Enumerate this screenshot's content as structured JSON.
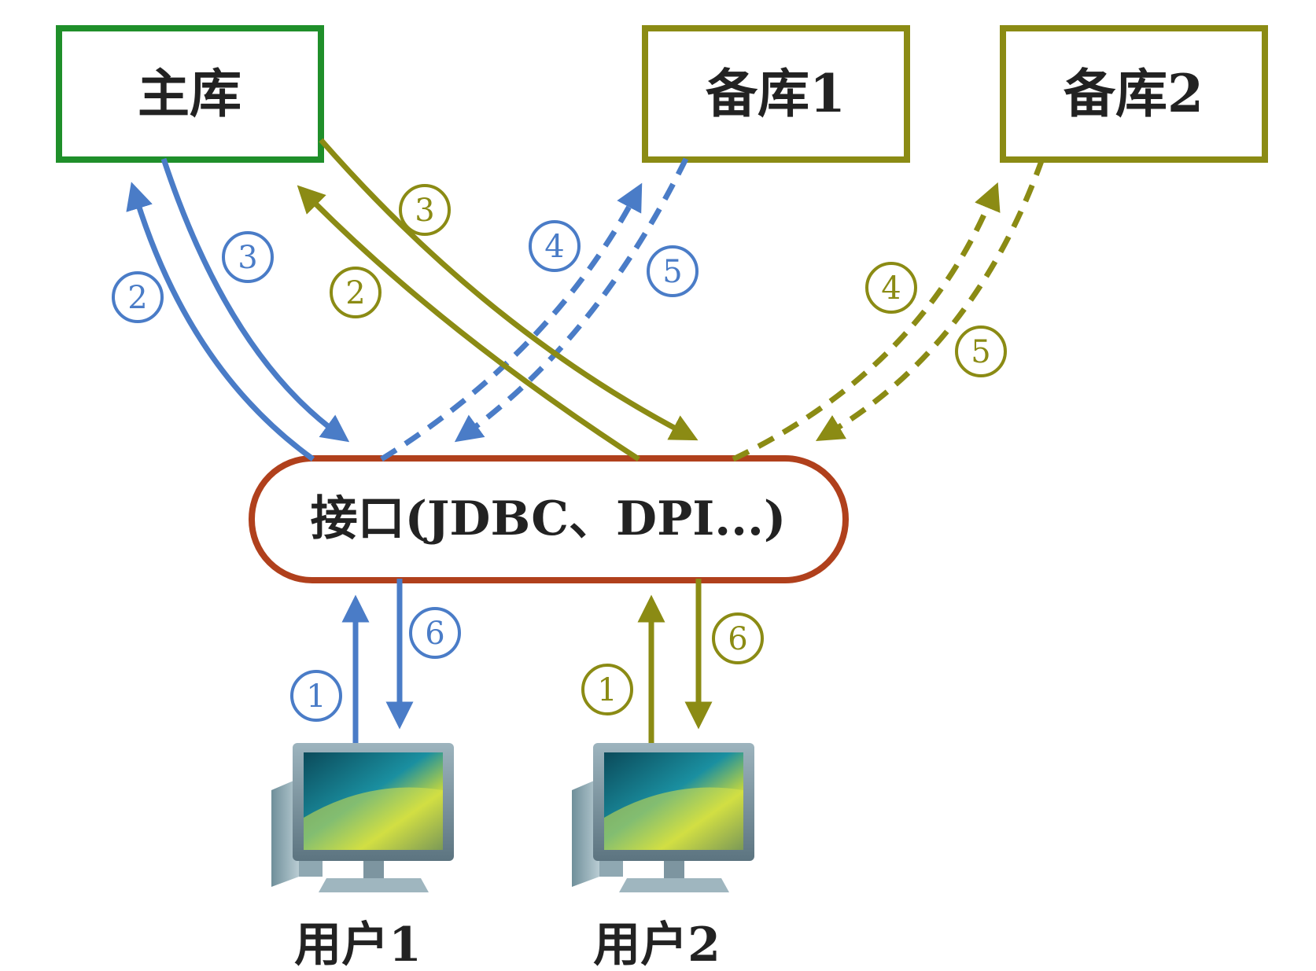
{
  "nodes": {
    "master": {
      "label": "主库"
    },
    "standby1": {
      "label": "备库1"
    },
    "standby2": {
      "label": "备库2"
    },
    "interface": {
      "label": "接口(JDBC、DPI...)"
    }
  },
  "users": [
    {
      "label": "用户1"
    },
    {
      "label": "用户2"
    }
  ],
  "flow_colors": {
    "user1": "#4a7cc7",
    "user2": "#8b8b14",
    "master_border": "#1f8f2a",
    "standby_border": "#8b8b14",
    "interface_border": "#b0401c"
  },
  "steps": {
    "user1": {
      "s1": "1",
      "s2": "2",
      "s3": "3",
      "s4": "4",
      "s5": "5",
      "s6": "6"
    },
    "user2": {
      "s1": "1",
      "s2": "2",
      "s3": "3",
      "s4": "4",
      "s5": "5",
      "s6": "6"
    }
  }
}
